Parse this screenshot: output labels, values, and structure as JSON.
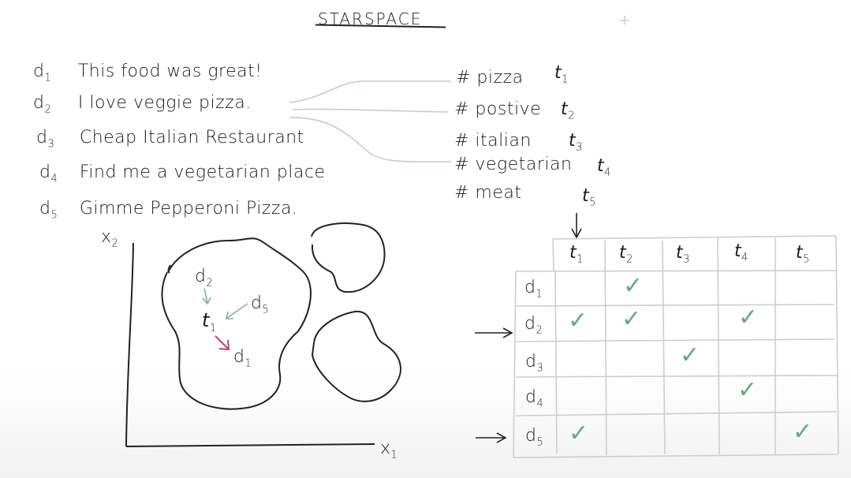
{
  "title": "STARSPACE",
  "documents": [
    {
      "id": "d",
      "sub": "1",
      "text": "This food was great!"
    },
    {
      "id": "d",
      "sub": "2",
      "text": "I love veggie pizza."
    },
    {
      "id": "d",
      "sub": "3",
      "text": "Cheap Italian Restaurant"
    },
    {
      "id": "d",
      "sub": "4",
      "text": "Find me a vegetarian place"
    },
    {
      "id": "d",
      "sub": "5",
      "text": "Gimme Pepperoni Pizza."
    }
  ],
  "tags": [
    {
      "label": "# pizza",
      "var": "t",
      "sub": "1"
    },
    {
      "label": "# postive",
      "var": "t",
      "sub": "2"
    },
    {
      "label": "# italian",
      "var": "t",
      "sub": "3"
    },
    {
      "label": "# vegetarian",
      "var": "t",
      "sub": "4"
    },
    {
      "label": "# meat",
      "var": "t",
      "sub": "5"
    }
  ],
  "connections": [
    {
      "from": "d2",
      "to": "t1"
    },
    {
      "from": "d2",
      "to": "t2"
    },
    {
      "from": "d2",
      "to": "t4"
    }
  ],
  "embedding_plot": {
    "x_axis": "x",
    "x_sub": "1",
    "y_axis": "x",
    "y_sub": "2",
    "points": [
      {
        "label": "d",
        "sub": "2"
      },
      {
        "label": "d",
        "sub": "5"
      },
      {
        "label": "t",
        "sub": "1"
      },
      {
        "label": "d",
        "sub": "1"
      }
    ],
    "arrows": [
      {
        "from": "d2",
        "to": "t1",
        "color": "#7fb48f",
        "meaning": "positive"
      },
      {
        "from": "d5",
        "to": "t1",
        "color": "#7fb48f",
        "meaning": "positive"
      },
      {
        "from": "t1",
        "to": "d1",
        "color": "#c2436f",
        "meaning": "negative"
      }
    ],
    "clusters": 3
  },
  "matrix": {
    "columns": [
      "t1",
      "t2",
      "t3",
      "t4",
      "t5"
    ],
    "col_labels": [
      {
        "v": "t",
        "s": "1"
      },
      {
        "v": "t",
        "s": "2"
      },
      {
        "v": "t",
        "s": "3"
      },
      {
        "v": "t",
        "s": "4"
      },
      {
        "v": "t",
        "s": "5"
      }
    ],
    "rows": [
      {
        "v": "d",
        "s": "1",
        "checks": [
          false,
          true,
          false,
          false,
          false
        ]
      },
      {
        "v": "d",
        "s": "2",
        "checks": [
          true,
          true,
          false,
          true,
          false
        ]
      },
      {
        "v": "d",
        "s": "3",
        "checks": [
          false,
          false,
          true,
          false,
          false
        ]
      },
      {
        "v": "d",
        "s": "4",
        "checks": [
          false,
          false,
          false,
          true,
          false
        ]
      },
      {
        "v": "d",
        "s": "5",
        "checks": [
          true,
          false,
          false,
          false,
          true
        ]
      }
    ],
    "highlighted_rows": [
      "d2",
      "d5"
    ],
    "highlighted_column": "t1",
    "check_symbol": "✓"
  },
  "colors": {
    "ink": "#1a1a1a",
    "check_green": "#6aa77f",
    "arrow_green": "#7fb48f",
    "arrow_red": "#c2436f",
    "connector_gray": "#c4ccd0",
    "grid_gray": "#c9d0cf"
  }
}
